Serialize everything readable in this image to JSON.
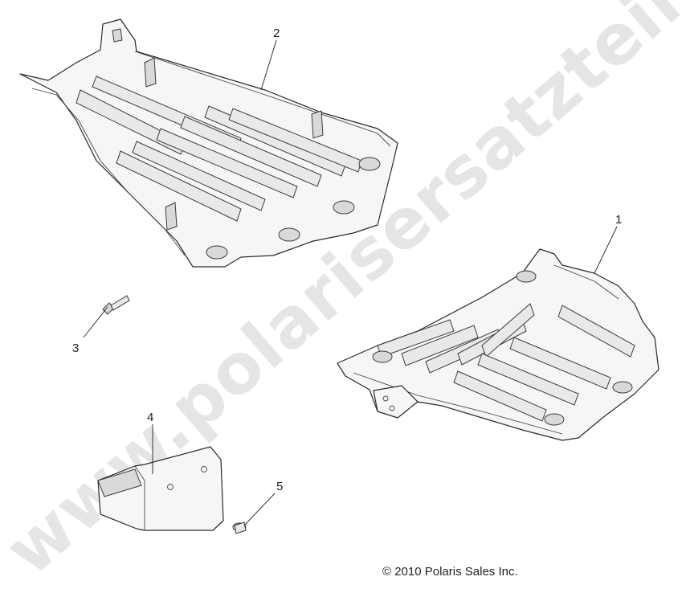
{
  "watermark": {
    "text": "www.polarisersatzteile.de"
  },
  "callouts": [
    {
      "id": "1",
      "label": "1"
    },
    {
      "id": "2",
      "label": "2"
    },
    {
      "id": "3",
      "label": "3"
    },
    {
      "id": "4",
      "label": "4"
    },
    {
      "id": "5",
      "label": "5"
    }
  ],
  "copyright": "© 2010 Polaris Sales Inc."
}
